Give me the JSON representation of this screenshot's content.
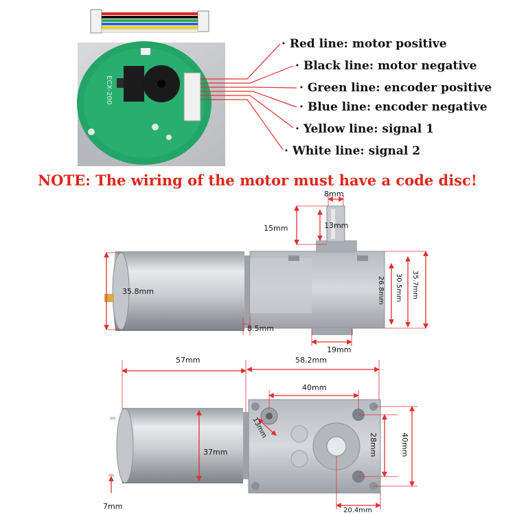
{
  "wiring": {
    "labels": [
      "Red line: motor positive",
      "Black line: motor negative",
      "Green line: encoder positive",
      "Blue line: encoder negative",
      "Yellow line: signal 1",
      "White line: signal 2"
    ],
    "wire_colors": [
      "#e02020",
      "#111111",
      "#2aa84a",
      "#2c63d6",
      "#e8d21a",
      "#f4f4f4"
    ],
    "pcb_marking": "ECX-200"
  },
  "note": "NOTE: The wiring of the motor must have a code disc!",
  "side_view": {
    "shaft_width": "8mm",
    "shaft_length": "15mm",
    "shaft_flat": "13mm",
    "motor_diameter": "35.8mm",
    "gearbox_inner": "26.8mm",
    "gearbox_mid": "30.5mm",
    "gearbox_height": "35.7mm",
    "flange_offset": "8.5mm",
    "shaft_offset": "19mm"
  },
  "top_view": {
    "motor_length": "57mm",
    "gearbox_length": "58.2mm",
    "hole_spacing_x": "40mm",
    "boss_diameter": "13mm",
    "motor_body_diameter": "37mm",
    "hole_spacing_y_inner": "28mm",
    "hole_spacing_y": "40mm",
    "terminal_length": "7mm",
    "shaft_to_edge": "20.4mm"
  },
  "colors": {
    "dimension_line": "#e03030",
    "note": "#e0261b"
  }
}
